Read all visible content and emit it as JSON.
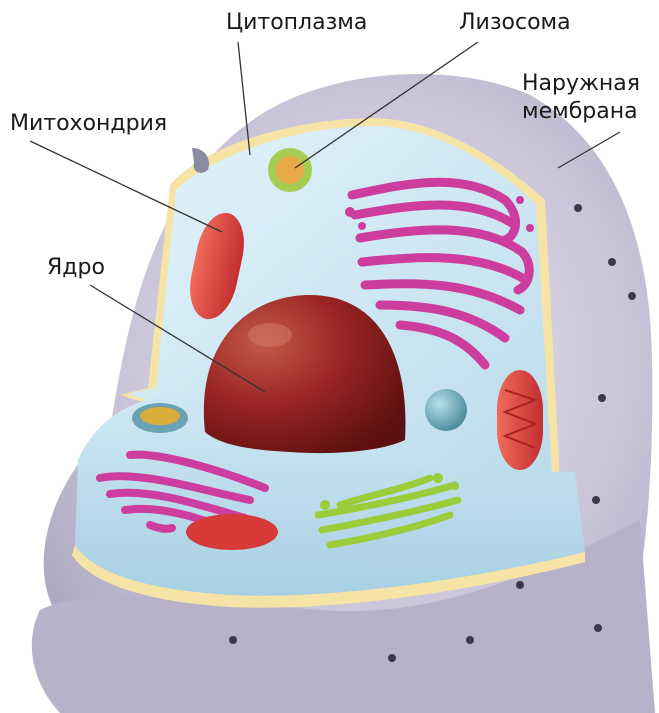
{
  "labels": {
    "cytoplasm": "Цитоплазма",
    "lysosome": "Лизосома",
    "mitochondrion": "Митохондрия",
    "outer_membrane_line1": "Наружная",
    "outer_membrane_line2": "мембрана",
    "nucleus": "Ядро"
  },
  "colors": {
    "outer_shell": "#c9c4d8",
    "cytoplasm": "#d4ecf6",
    "membrane_rim": "#f6e3a6",
    "nucleus": "#9a2424",
    "mitochondrion": "#e04a4a",
    "er": "#cc3d9e",
    "golgi": "#9ccc3a",
    "lysosome_ring": "#a6cc54",
    "lysosome_core": "#e9a94a",
    "vacuole": "#6aa2b2"
  }
}
